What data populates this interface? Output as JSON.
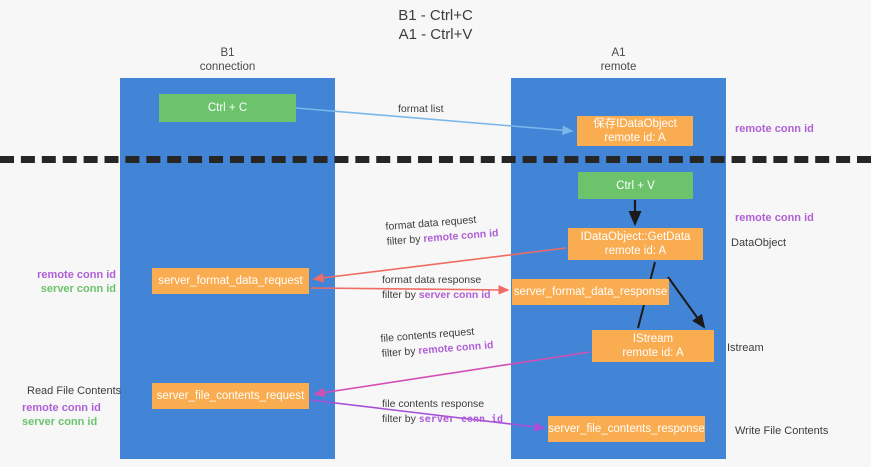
{
  "title": {
    "line1": "B1 - Ctrl+C",
    "line2": "A1 - Ctrl+V"
  },
  "lanes": [
    {
      "id": "b1",
      "name": "B1",
      "role": "connection"
    },
    {
      "id": "a1",
      "name": "A1",
      "role": "remote"
    }
  ],
  "nodes": {
    "ctrl_c": {
      "label": "Ctrl + C",
      "color": "#6cc36c"
    },
    "save_idataobject": {
      "line1": "保存IDataObject",
      "line2": "remote id: A",
      "color": "#f9ac50"
    },
    "ctrl_v": {
      "label": "Ctrl + V",
      "color": "#6cc36c"
    },
    "getdata": {
      "line1": "IDataObject::GetData",
      "line2": "remote id: A",
      "color": "#f9ac50"
    },
    "server_format_data_request": {
      "label": "server_format_data_request",
      "color": "#f9ac50"
    },
    "server_format_data_response": {
      "label": "server_format_data_response",
      "color": "#f9ac50"
    },
    "istream": {
      "line1": "IStream",
      "line2": "remote id: A",
      "color": "#f9ac50"
    },
    "server_file_contents_request": {
      "label": "server_file_contents_request",
      "color": "#f9ac50"
    },
    "server_file_contents_response": {
      "label": "server_file_contents_response",
      "color": "#f9ac50"
    }
  },
  "annotations": {
    "remote_conn_id_top": "remote conn id",
    "remote_conn_id_mid": "remote conn id",
    "dataobject": "DataObject",
    "istream": "Istream",
    "write_file_contents": "Write File Contents",
    "read_file_contents": "Read File Contents",
    "remote_conn_id_left_1": "remote conn id",
    "server_conn_id_left_1": "server conn id",
    "remote_conn_id_left_2": "remote conn id",
    "server_conn_id_left_2": "server conn id"
  },
  "edge_labels": {
    "format_list": "format list",
    "format_data_request": "format data request",
    "format_data_filter_prefix": "filter by ",
    "format_data_filter_key": "remote conn id",
    "format_data_response": "format data response",
    "format_data_response_filter_prefix": "filter by ",
    "format_data_response_filter_key": "server conn id",
    "file_contents_request": "file contents request",
    "file_contents_request_filter_prefix": "filter by ",
    "file_contents_request_filter_key": "remote conn id",
    "file_contents_response": "file contents response",
    "file_contents_response_filter_prefix": "filter by ",
    "file_contents_response_filter_key": "server conn id"
  },
  "colors": {
    "lane": "#4285d6",
    "node_green": "#6cc36c",
    "node_orange": "#f9ac50",
    "accent_purple": "#b05fd6",
    "accent_green": "#6cc36c",
    "arrow_blue": "#7ab6e8",
    "arrow_red": "#ef6c63",
    "arrow_magenta": "#d44fb4",
    "arrow_purple": "#a64fd6",
    "arrow_black": "#1a1a1a",
    "background": "#f7f7f7"
  }
}
